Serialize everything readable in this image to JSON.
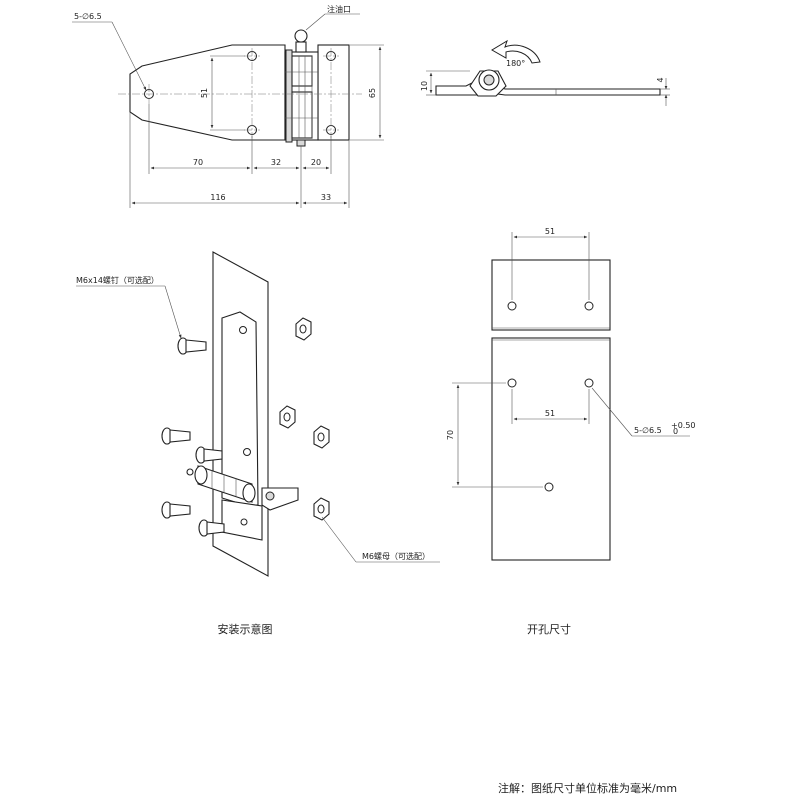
{
  "callouts": {
    "hole_spec_top": "5-∅6.5",
    "oil_port": "注油口",
    "rotation": "180°",
    "screw": "M6x14螺钉（可选配）",
    "nut": "M6螺母（可选配）",
    "hole_spec_bottom": "5-∅6.5",
    "tolerance_upper": "+0.50",
    "tolerance_lower": "0"
  },
  "dimensions": {
    "front": {
      "vertical_hole_spacing": "51",
      "overall_height": "65",
      "seg_70": "70",
      "seg_32": "32",
      "seg_20": "20",
      "overall_116": "116",
      "overall_33": "33"
    },
    "side": {
      "thickness_10": "10",
      "thickness_4": "4"
    },
    "cutout": {
      "top_spacing": "51",
      "middle_spacing": "51",
      "vertical_spacing": "70"
    }
  },
  "captions": {
    "installation": "安装示意图",
    "cutout": "开孔尺寸"
  },
  "footer": {
    "note": "注解：图纸尺寸单位标准为毫米/mm"
  }
}
